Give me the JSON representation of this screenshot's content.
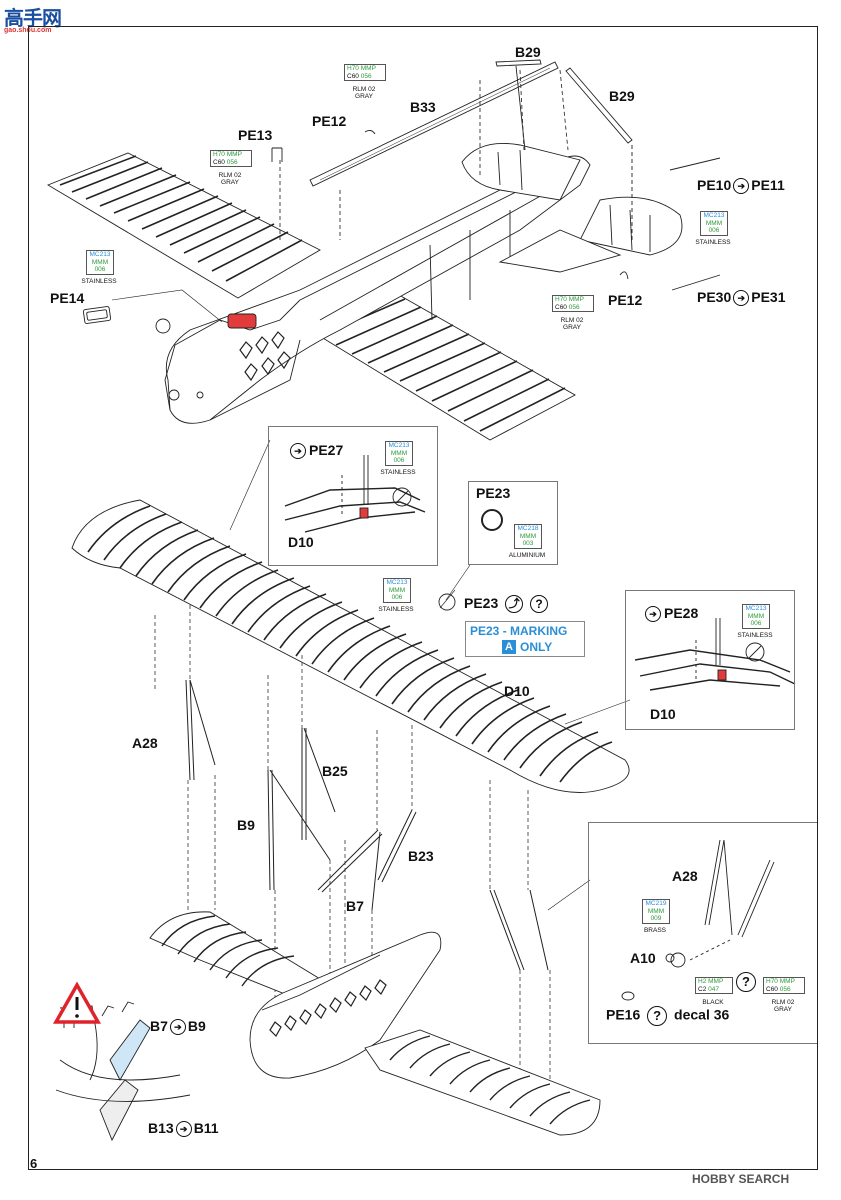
{
  "page": {
    "number": "6",
    "watermark_top": "高手网",
    "watermark_top_url": "gao.shou.com",
    "watermark_bottom": "HOBBY SEARCH"
  },
  "labels": {
    "b29_top": "B29",
    "b29_right": "B29",
    "b33": "B33",
    "pe12_top": "PE12",
    "pe13": "PE13",
    "pe10": "PE10",
    "pe11": "PE11",
    "pe12_right": "PE12",
    "pe30": "PE30",
    "pe31": "PE31",
    "pe14": "PE14",
    "pe27": "PE27",
    "d10_a": "D10",
    "pe23_box": "PE23",
    "pe23_mid": "PE23",
    "pe23_marking": "PE23 - MARKING",
    "marking_badge": "A",
    "marking_only": "ONLY",
    "pe28": "PE28",
    "d10_b": "D10",
    "d10_c": "D10",
    "a28_left": "A28",
    "b25": "B25",
    "b9": "B9",
    "b23": "B23",
    "b7": "B7",
    "a28_right": "A28",
    "a10": "A10",
    "pe16": "PE16",
    "decal": "decal 36",
    "b7_b9_from": "B7",
    "b7_b9_to": "B9",
    "b13": "B13",
    "b11": "B11",
    "question": "?"
  },
  "paints": {
    "gray1": {
      "top": [
        "H70",
        "MMP"
      ],
      "mid": [
        "C60",
        "056"
      ],
      "b1": "RLM 02",
      "b2": "GRAY"
    },
    "gray2": {
      "top": [
        "H70",
        "MMP"
      ],
      "mid": [
        "C60",
        "056"
      ],
      "b1": "RLM 02",
      "b2": "GRAY"
    },
    "gray3": {
      "top": [
        "H70",
        "MMP"
      ],
      "mid": [
        "C60",
        "056"
      ],
      "b1": "RLM 02",
      "b2": "GRAY"
    },
    "gray4": {
      "top": [
        "H70",
        "MMP"
      ],
      "mid": [
        "C60",
        "056"
      ],
      "b1": "RLM 02",
      "b2": "GRAY"
    },
    "stainless1": {
      "l1": "MC213",
      "l2": "MMM",
      "l3": "006",
      "l4": "STAINLESS"
    },
    "stainless2": {
      "l1": "MC213",
      "l2": "MMM",
      "l3": "006",
      "l4": "STAINLESS"
    },
    "stainless3": {
      "l1": "MC213",
      "l2": "MMM",
      "l3": "006",
      "l4": "STAINLESS"
    },
    "stainless4": {
      "l1": "MC213",
      "l2": "MMM",
      "l3": "006",
      "l4": "STAINLESS"
    },
    "stainless5": {
      "l1": "MC213",
      "l2": "MMM",
      "l3": "006",
      "l4": "STAINLESS"
    },
    "aluminium": {
      "l1": "MC218",
      "l2": "MMM",
      "l3": "003",
      "l4": "ALUMINIUM"
    },
    "brass": {
      "l1": "MC219",
      "l2": "MMM",
      "l3": "009",
      "l4": "BRASS"
    },
    "black": {
      "top": [
        "H2",
        "MMP"
      ],
      "mid": [
        "C2",
        "047"
      ],
      "b1": "BLACK"
    }
  },
  "colors": {
    "accent_blue": "#2a8fd6",
    "accent_green": "#2e9a3a",
    "warning_red": "#e0232b",
    "part_red": "#e23b3b"
  }
}
